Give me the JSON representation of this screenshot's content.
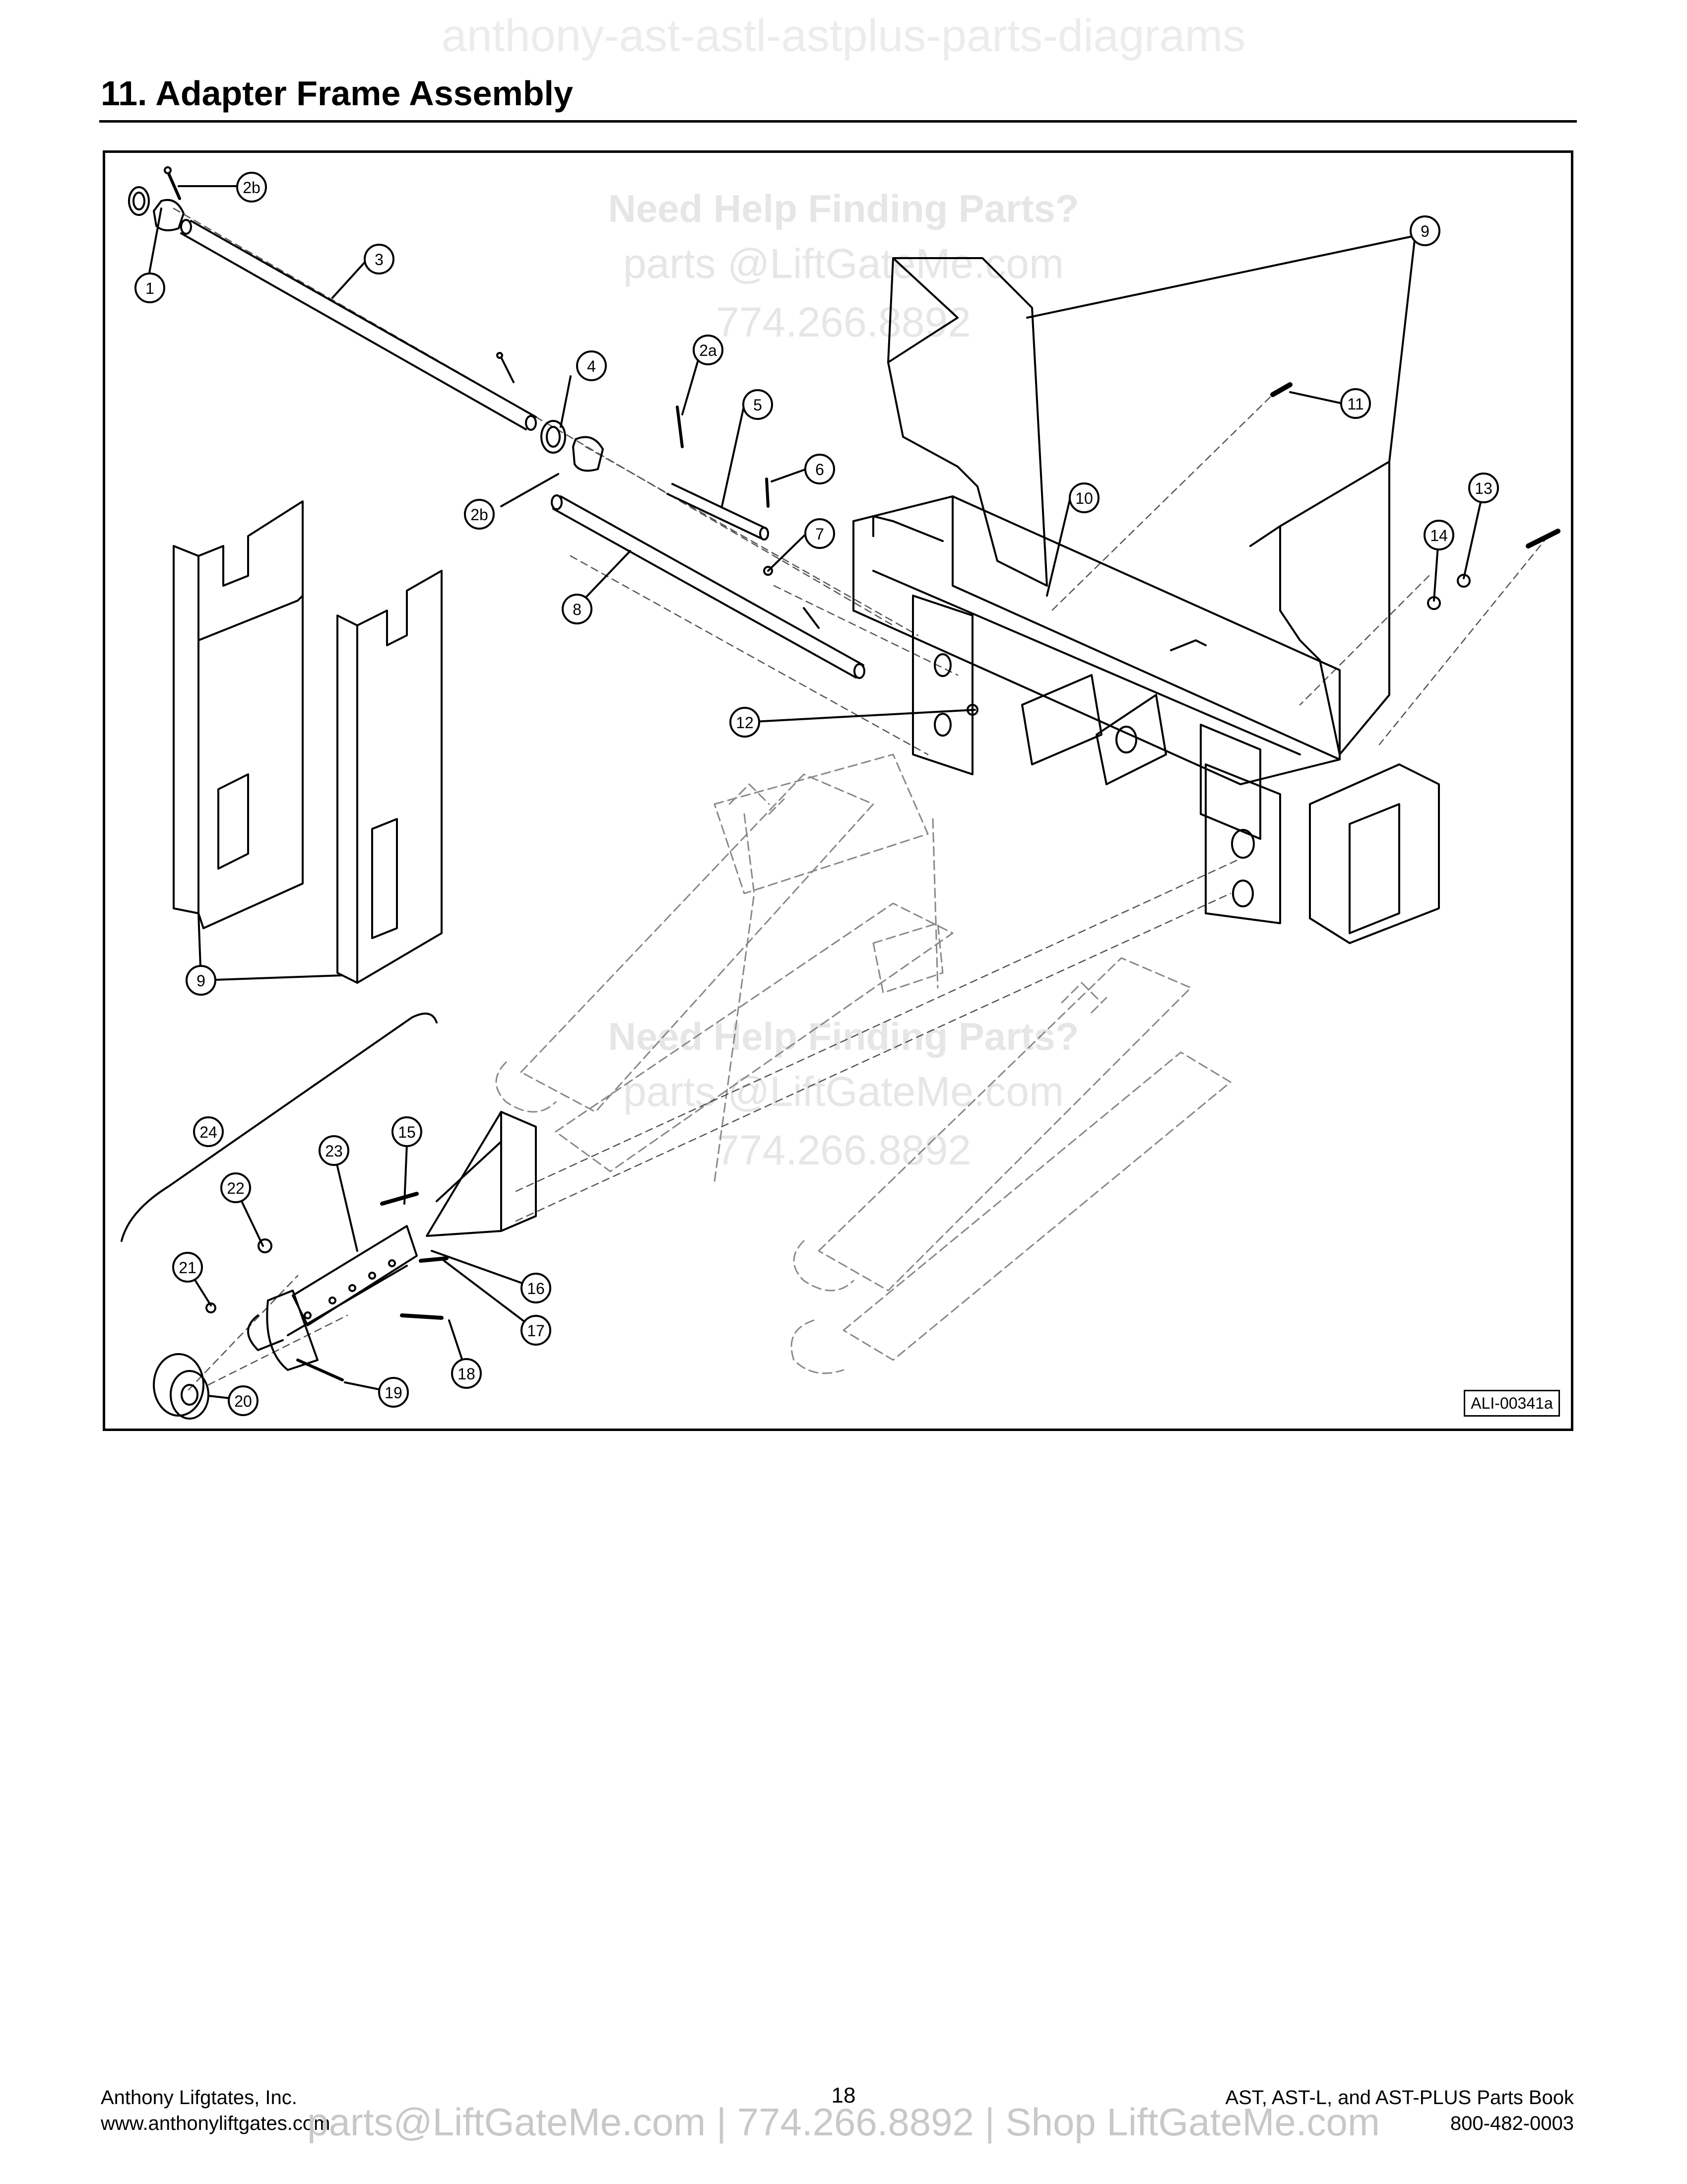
{
  "header": {
    "watermark": "anthony-ast-astl-astplus-parts-diagrams",
    "section_title": "11. Adapter Frame Assembly"
  },
  "watermarks": {
    "help_line": "Need Help Finding Parts?",
    "email_line": "parts @LiftGateMe.com",
    "phone_line": "774.266.8892"
  },
  "callouts": [
    {
      "id": "c-1",
      "label": "1"
    },
    {
      "id": "c-2b-top",
      "label": "2b"
    },
    {
      "id": "c-3",
      "label": "3"
    },
    {
      "id": "c-4",
      "label": "4"
    },
    {
      "id": "c-2b-mid",
      "label": "2b"
    },
    {
      "id": "c-2a",
      "label": "2a"
    },
    {
      "id": "c-5",
      "label": "5"
    },
    {
      "id": "c-6",
      "label": "6"
    },
    {
      "id": "c-7",
      "label": "7"
    },
    {
      "id": "c-8",
      "label": "8"
    },
    {
      "id": "c-9-right",
      "label": "9"
    },
    {
      "id": "c-11",
      "label": "11"
    },
    {
      "id": "c-10",
      "label": "10"
    },
    {
      "id": "c-13",
      "label": "13"
    },
    {
      "id": "c-14",
      "label": "14"
    },
    {
      "id": "c-12",
      "label": "12"
    },
    {
      "id": "c-9-left",
      "label": "9"
    },
    {
      "id": "c-24",
      "label": "24"
    },
    {
      "id": "c-15",
      "label": "15"
    },
    {
      "id": "c-23",
      "label": "23"
    },
    {
      "id": "c-22",
      "label": "22"
    },
    {
      "id": "c-21",
      "label": "21"
    },
    {
      "id": "c-16",
      "label": "16"
    },
    {
      "id": "c-17",
      "label": "17"
    },
    {
      "id": "c-18",
      "label": "18"
    },
    {
      "id": "c-19",
      "label": "19"
    },
    {
      "id": "c-20",
      "label": "20"
    }
  ],
  "drawing_id": "ALI-00341a",
  "footer": {
    "company": "Anthony Lifgtates, Inc.",
    "website": "www.anthonyliftgates.com",
    "page_number": "18",
    "book_title": "AST, AST-L, and AST-PLUS Parts Book",
    "phone": "800-482-0003",
    "watermark": "parts@LiftGateMe.com | 774.266.8892 | Shop LiftGateMe.com"
  }
}
